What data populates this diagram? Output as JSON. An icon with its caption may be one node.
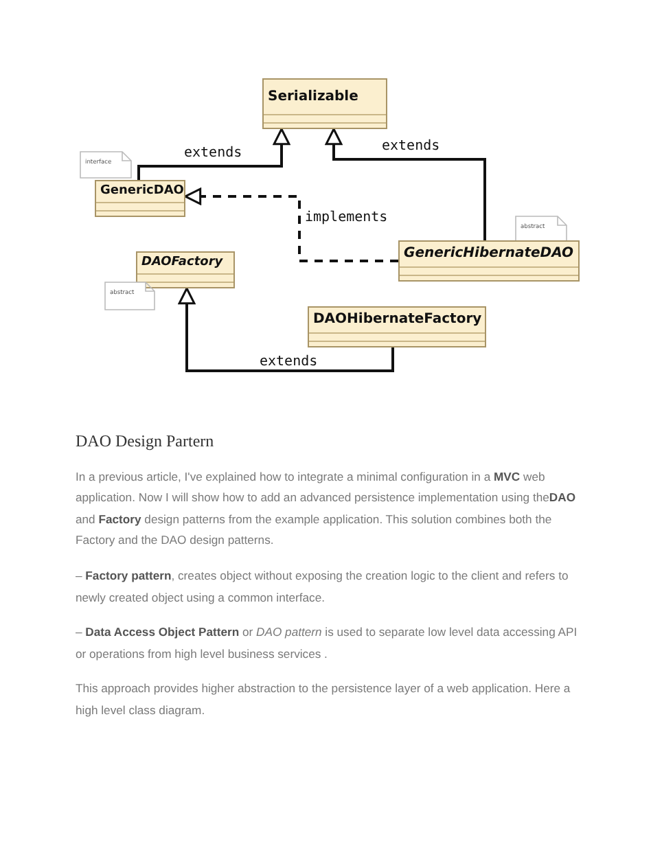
{
  "diagram": {
    "title": "DAO Design Partern",
    "nodes": [
      {
        "text": [
          "Serializable"
        ]
      },
      {
        "text": [
          "interface"
        ]
      },
      {
        "text": [
          "GenericDAO"
        ]
      },
      {
        "text": [
          "abstract"
        ]
      },
      {
        "text": [
          "GenericHibernateDAO"
        ]
      },
      {
        "text": [
          "DAOFactory"
        ]
      },
      {
        "text": [
          "abstract"
        ]
      },
      {
        "text": [
          "DAOHibernateFactory"
        ]
      }
    ],
    "edges": [
      {
        "from": 2,
        "to": 0,
        "arrow": "to",
        "label": "extends"
      },
      {
        "from": 4,
        "to": 0,
        "arrow": "to",
        "label": "extends"
      },
      {
        "from": 4,
        "to": 2,
        "arrow": "to",
        "label": "implements",
        "style": "dashed"
      },
      {
        "from": 7,
        "to": 5,
        "arrow": "to",
        "label": "extends"
      }
    ],
    "labels": [
      "In a previous article, I've explained how to integrate a minimal configuration in a **MVC** web application. Now I will show how to add an advanced persistence implementation using the**DAO** and **Factory** design patterns from the example application. This solution combines both the Factory and the DAO design patterns.",
      "– **Factory pattern**, creates object without exposing the creation logic to the client and refers to newly created object using a common interface.",
      "– **Data Access Object Pattern** or *DAO pattern* is used to separate low level data accessing API or operations from high level business services .",
      "This approach provides higher abstraction to the persistence layer of a web application. Here a high level class diagram."
    ]
  }
}
